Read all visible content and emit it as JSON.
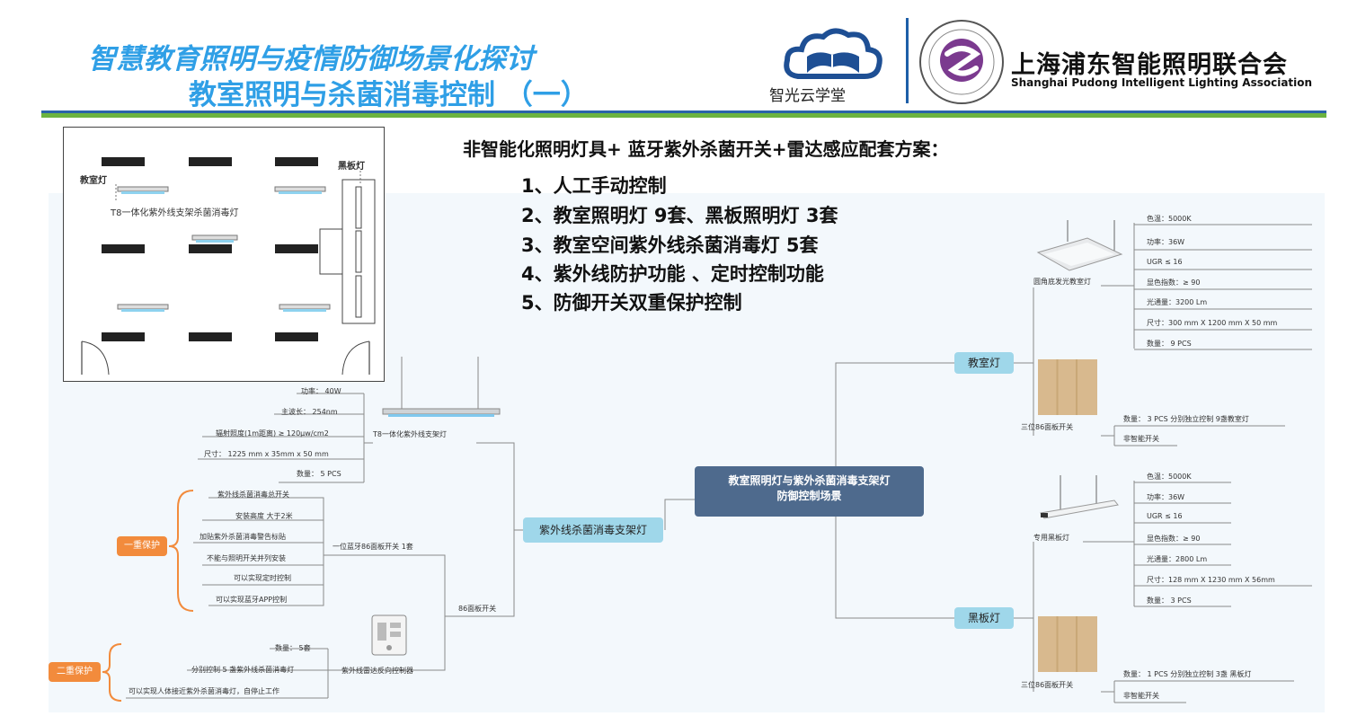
{
  "header": {
    "title_line1": "智慧教育照明与疫情防御场景化探讨",
    "title_line2": "教室照明与杀菌消毒控制  （一）",
    "logo_left_text": "智光云学堂",
    "association_cn": "上海浦东智能照明联合会",
    "association_en": "Shanghai Pudong Intelligent Lighting Association"
  },
  "plan": {
    "classroom_light_label": "教室灯",
    "uv_light_label": "T8一体化紫外线支架杀菌消毒灯",
    "blackboard_light_label": "黑板灯"
  },
  "scheme": {
    "title": "非智能化照明灯具+ 蓝牙紫外杀菌开关+雷达感应配套方案：",
    "features": [
      "1、人工手动控制",
      "2、教室照明灯 9套、黑板照明灯 3套",
      "3、教室空间紫外线杀菌消毒灯 5套",
      "4、紫外线防护功能 、定时控制功能",
      "5、防御开关双重保护控制"
    ]
  },
  "mindmap": {
    "center": "教室照明灯与紫外杀菌消毒支架灯\n防御控制场景",
    "classroom": {
      "label": "教室灯",
      "product_name": "圆角底发光教室灯",
      "specs": [
        "色温：5000K",
        "功率：36W",
        "UGR ≤ 16",
        "显色指数：≥ 90",
        "光通量：3200 Lm",
        "尺寸：300 mm X 1200  mm  X 50 mm",
        "数量：  9 PCS"
      ],
      "switch_name": "三位86面板开关",
      "switch_items": [
        "数量：  3 PCS 分别独立控制 9盏教室灯",
        "非智能开关"
      ]
    },
    "blackboard": {
      "label": "黑板灯",
      "product_name": "专用黑板灯",
      "specs": [
        "色温：5000K",
        "功率：36W",
        "UGR ≤ 16",
        "显色指数：≥ 90",
        "光通量：2800 Lm",
        "尺寸：128 mm X 1230  mm  X 56mm",
        "数量：  3 PCS"
      ],
      "switch_name": "三位86面板开关",
      "switch_items": [
        "数量：   1 PCS  分别独立控制 3盏 黑板灯",
        "非智能开关"
      ]
    },
    "uv": {
      "label": "紫外线杀菌消毒支架灯",
      "product_name": "T8一体化紫外线支架灯",
      "specs": [
        "功率：  40W",
        "主波长：  254nm",
        "辐射照度(1m距离) ≥ 120μw/cm2",
        "尺寸：  1225 mm x 35mm  x 50 mm",
        "数量：  5 PCS"
      ],
      "panel_switch": "86面板开关",
      "bt_switch": "一位蓝牙86面板开关  1套",
      "bt_items": [
        "紫外线杀菌消毒总开关",
        "安装高度 大于2米",
        "加贴紫外杀菌消毒警告标贴",
        "不能与照明开关并列安装",
        "可以实现定时控制",
        "可以实现蓝牙APP控制"
      ],
      "first_protection": "一重保护",
      "radar_switch": "紫外线雷达反向控制器",
      "radar_items": [
        "数量：  5套",
        "分别控制 5 盏紫外线杀菌消毒灯",
        "可以实现人体接近紫外杀菌消毒灯，自停止工作"
      ],
      "second_protection": "二重保护"
    }
  },
  "colors": {
    "title_blue": "#2f9fe6",
    "node_blue": "#9fd7ea",
    "center_node": "#4e6a8d",
    "protection_orange": "#f28b3c",
    "header_green": "#6cb33f"
  }
}
